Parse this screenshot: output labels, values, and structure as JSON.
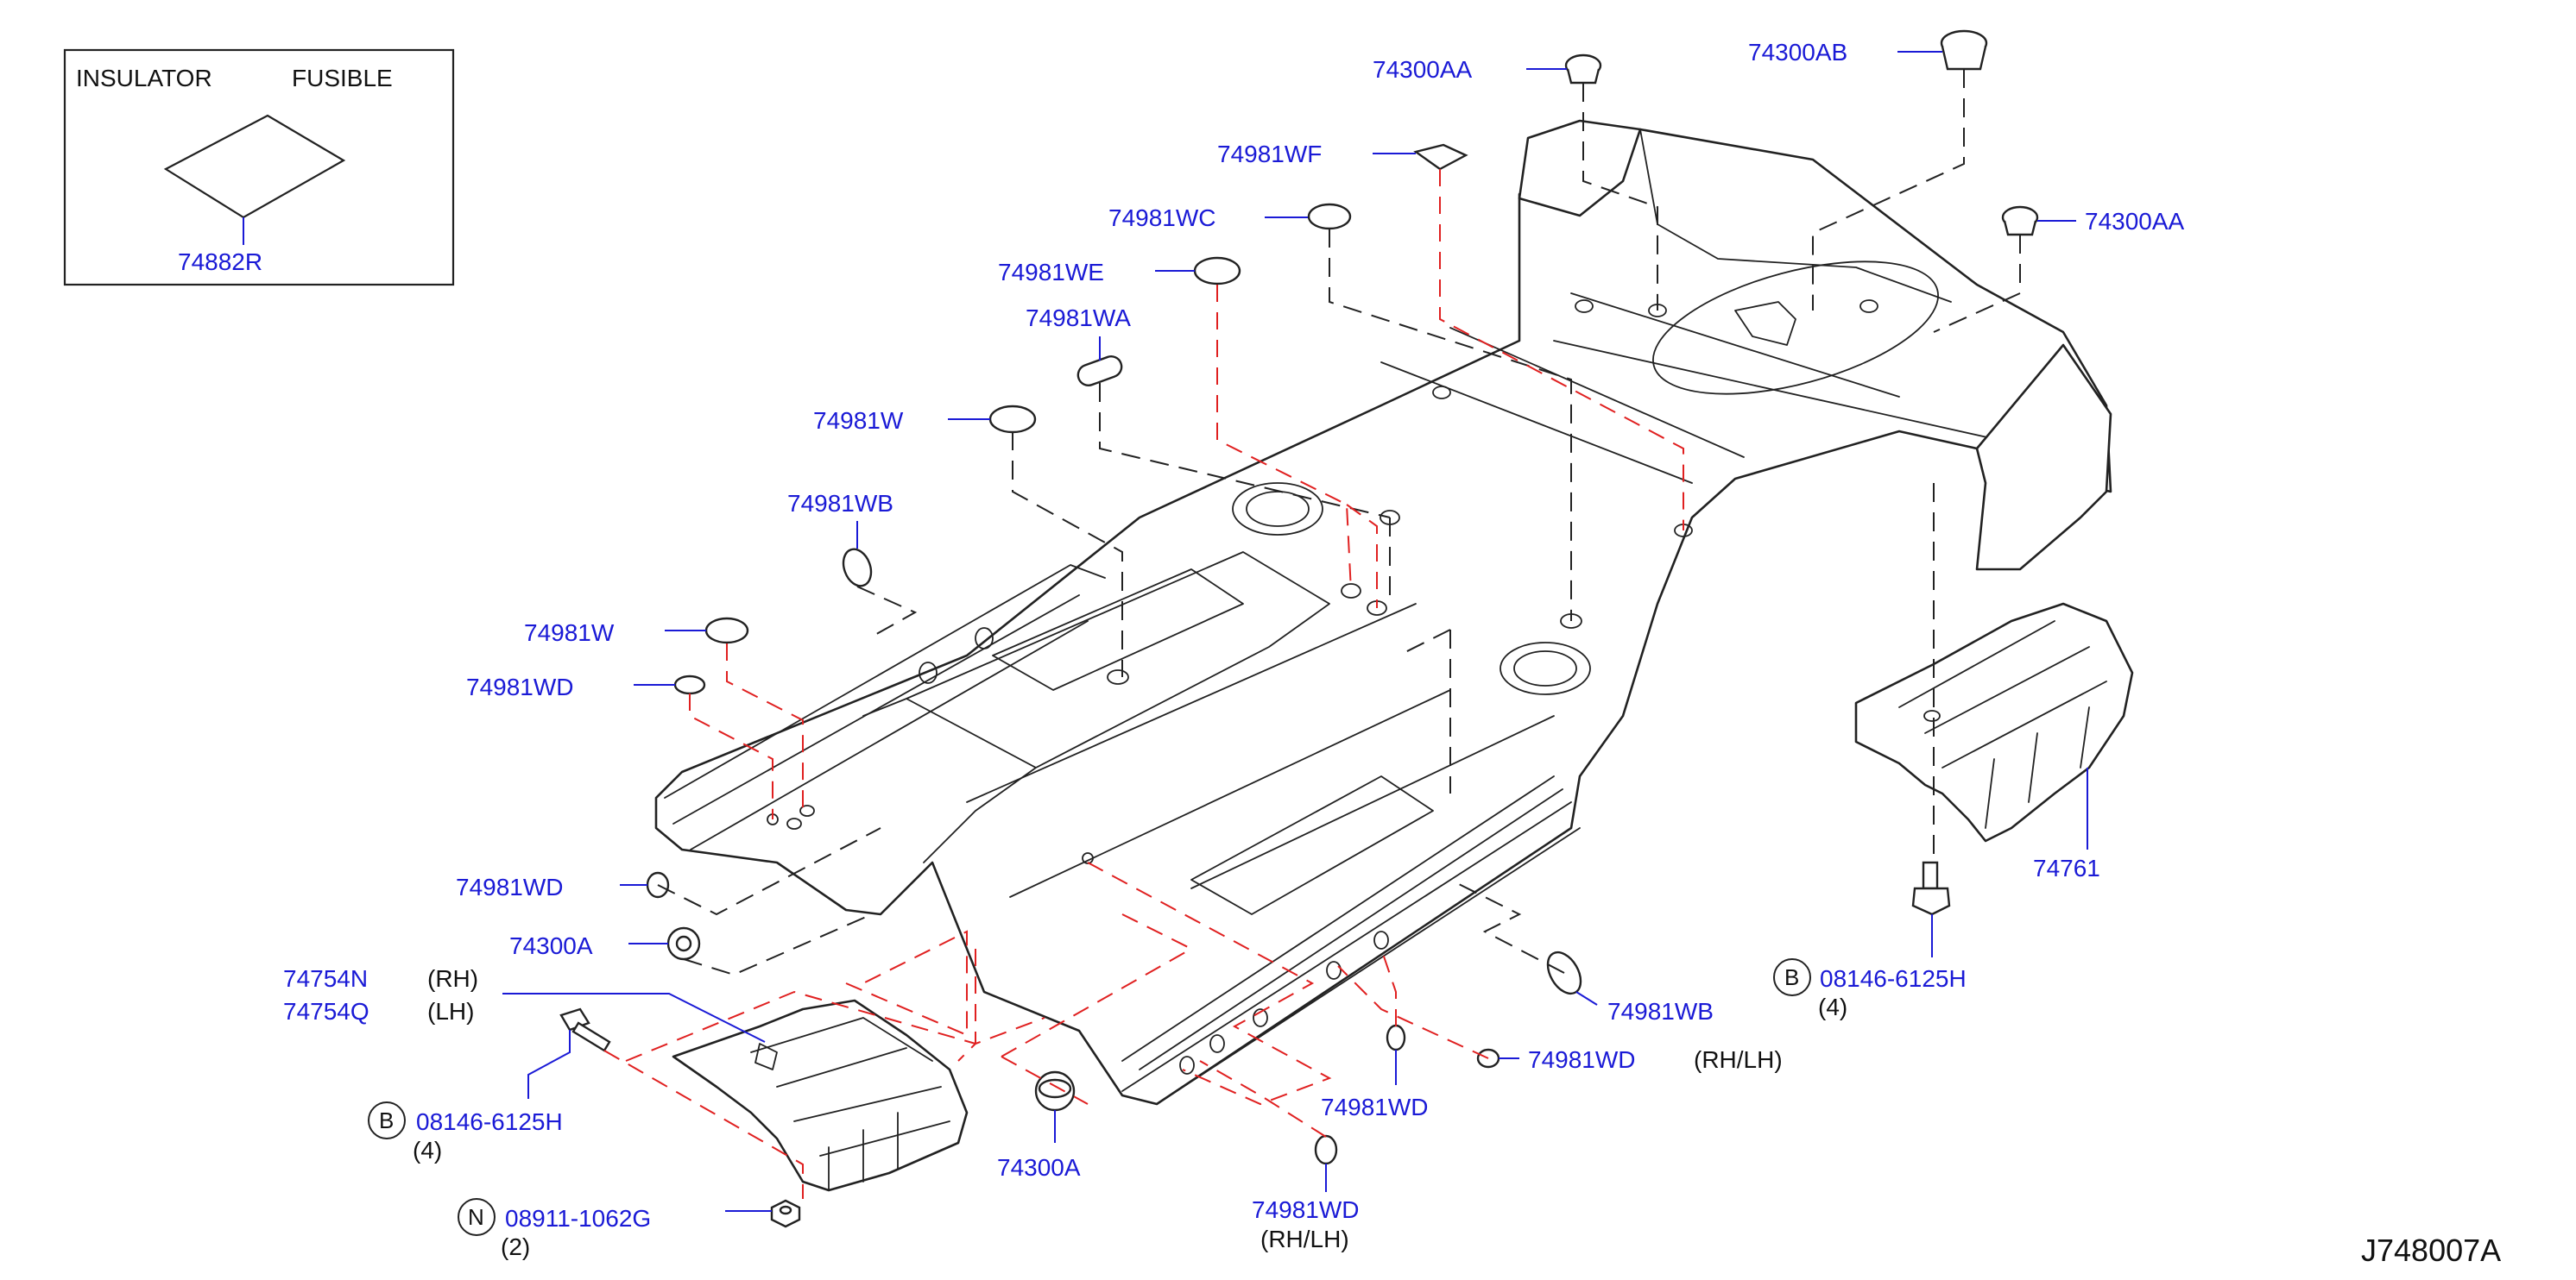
{
  "inset": {
    "title_left": "INSULATOR",
    "title_right": "FUSIBLE",
    "part": "74882R"
  },
  "labels": {
    "p74300AA_top": "74300AA",
    "p74300AB": "74300AB",
    "p74981WF": "74981WF",
    "p74300AA_right": "74300AA",
    "p74981WC": "74981WC",
    "p74981WE": "74981WE",
    "p74981WA": "74981WA",
    "p74981W_a": "74981W",
    "p74981WB_left": "74981WB",
    "p74981W_b": "74981W",
    "p74981WD_left": "74981WD",
    "p74981WD_lower": "74981WD",
    "p74300A_left": "74300A",
    "p74754N": "74754N",
    "p74754N_side": "(RH)",
    "p74754Q": "74754Q",
    "p74754Q_side": "(LH)",
    "bolt_left": "08146-6125H",
    "bolt_left_qty": "(4)",
    "nut": "08911-1062G",
    "nut_qty": "(2)",
    "p74300A_bottom": "74300A",
    "p74981WD_center": "74981WD",
    "p74981WD_bottom": "74981WD",
    "p74981WD_bottom_side": "(RH/LH)",
    "p74981WB_right": "74981WB",
    "p74981WD_right": "74981WD",
    "p74981WD_right_side": "(RH/LH)",
    "bolt_right": "08146-6125H",
    "bolt_right_qty": "(4)",
    "p74761": "74761"
  },
  "circle_marks": {
    "b_left": "B",
    "n": "N",
    "b_right": "B"
  },
  "diagram_code": "J748007A"
}
